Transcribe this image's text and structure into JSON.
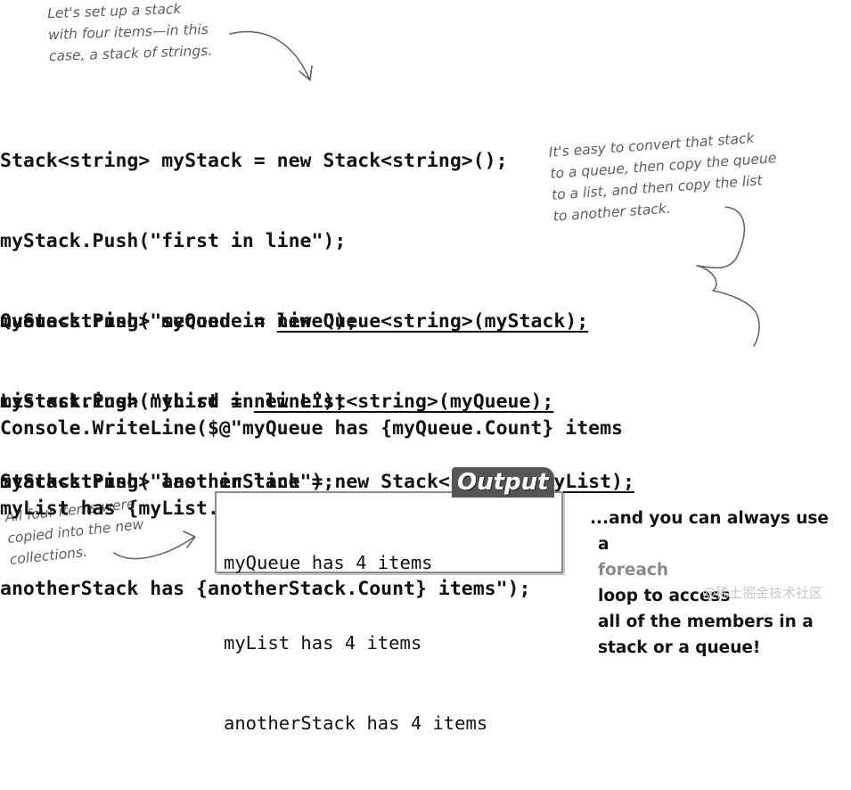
{
  "annotation_top": {
    "lines": [
      "Let's set up a stack",
      "with four items—in this",
      "case, a stack of strings."
    ]
  },
  "annotation_right": {
    "lines": [
      "It's easy to convert that stack",
      "to a queue, then copy the queue",
      "to a list, and then copy the list",
      "to another stack."
    ]
  },
  "annotation_left": {
    "lines": [
      "All four items were",
      "copied into the new",
      "collections."
    ]
  },
  "code": {
    "stack_lines": [
      "Stack<string> myStack = new Stack<string>();",
      "myStack.Push(\"first in line\");",
      "myStack.Push(\"second in line\");",
      "myStack.Push(\"third in line\");",
      "myStack.Push(\"last in line\");"
    ],
    "convert_lines": [
      {
        "plain": "Queue<string> myQueue = ",
        "underlined": "new Queue<string>(myStack);"
      },
      {
        "plain": "List<string> myList = ",
        "underlined": "new List<string>(myQueue);"
      },
      {
        "plain": "Stack<string> anotherStack = ",
        "underlined": "new Stack<string>(myList);"
      }
    ],
    "console_lines": [
      "Console.WriteLine($@\"myQueue has {myQueue.Count} items",
      "myList has {myList.Count} items",
      "anotherStack has {anotherStack.Count} items\");"
    ]
  },
  "output": {
    "label": "Output",
    "lines": [
      "myQueue has 4 items",
      "myList has 4 items",
      "anotherStack has 4 items"
    ]
  },
  "note": {
    "line1": "...and you can always use",
    "line2_pre": "a ",
    "line2_keyword": "foreach",
    "line2_post": " loop to access",
    "line3": "all of the members in a",
    "line4": "stack or a queue!"
  },
  "watermark": "@稀土掘金技术社区"
}
